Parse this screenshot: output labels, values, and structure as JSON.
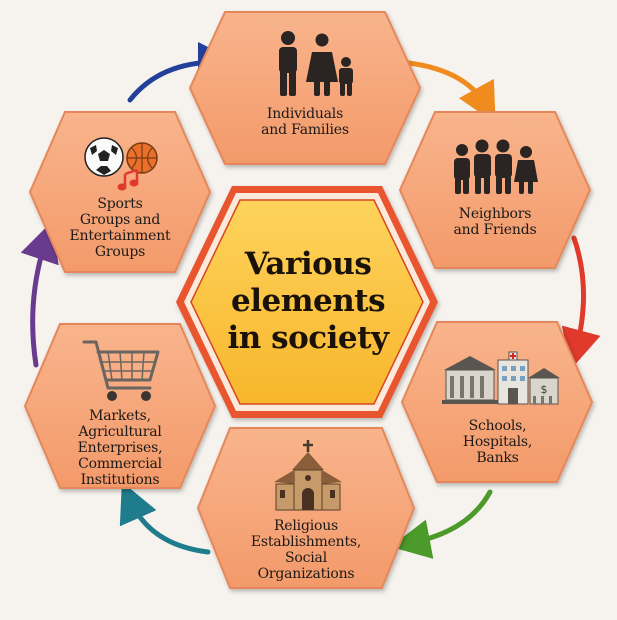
{
  "center": {
    "lines": [
      "Various",
      "elements",
      "in society"
    ]
  },
  "nodes": [
    {
      "id": "individuals",
      "icon": "family-icon",
      "lines": [
        "Individuals",
        "and Families"
      ]
    },
    {
      "id": "neighbors",
      "icon": "people-group-icon",
      "lines": [
        "Neighbors",
        "and Friends"
      ]
    },
    {
      "id": "institutions",
      "icon": "buildings-icon",
      "lines": [
        "Schools,",
        "Hospitals,",
        "Banks"
      ]
    },
    {
      "id": "religious",
      "icon": "church-icon",
      "lines": [
        "Religious",
        "Establishments,",
        "Social",
        "Organizations"
      ]
    },
    {
      "id": "markets",
      "icon": "shopping-cart-icon",
      "lines": [
        "Markets,",
        "Agricultural",
        "Enterprises,",
        "Commercial",
        "Institutions"
      ]
    },
    {
      "id": "sports",
      "icon": "sports-balls-icon",
      "lines": [
        "Sports",
        "Groups and",
        "Entertainment",
        "Groups"
      ]
    }
  ],
  "colors": {
    "hex_fill": "#f6a578",
    "hex_stroke": "#e5875a",
    "center_fill": "#fcc440",
    "center_ring": "#e8542f",
    "arrows": [
      "#f08c1e",
      "#e03a2c",
      "#4c9a2a",
      "#1f7c8c",
      "#6a3a8e",
      "#22409a"
    ]
  }
}
